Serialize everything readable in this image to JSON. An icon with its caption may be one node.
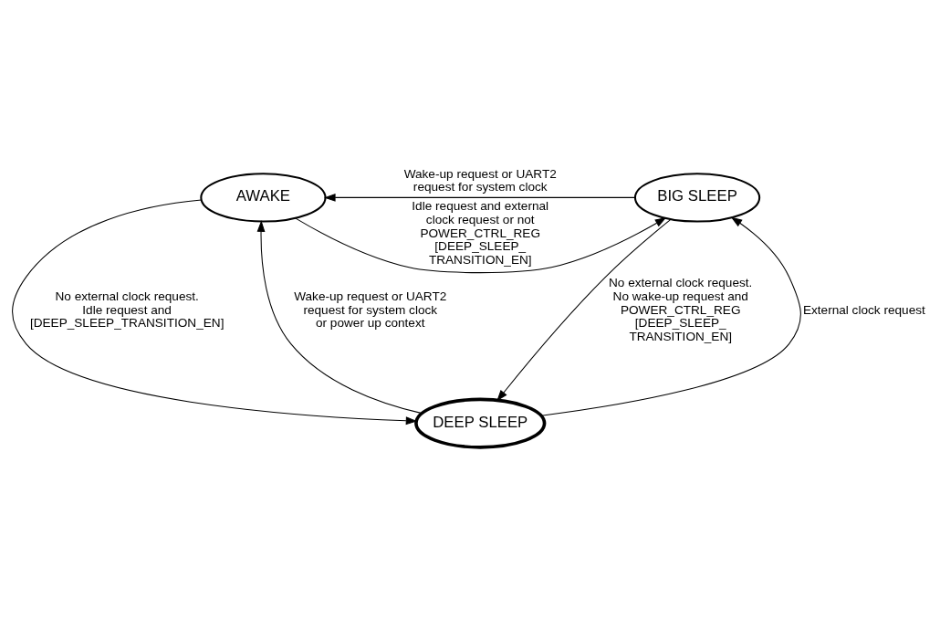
{
  "diagram": {
    "nodes": [
      {
        "text": [
          "AWAKE"
        ]
      },
      {
        "text": [
          "BIG SLEEP"
        ]
      },
      {
        "text": [
          "DEEP SLEEP"
        ]
      }
    ],
    "edges": [
      {
        "from": 1,
        "to": 0,
        "arrow": "to",
        "label": "Wake-up request or UART2 request for system clock"
      },
      {
        "from": 0,
        "to": 1,
        "arrow": "to",
        "label": "Idle request and external clock request or not POWER_CTRL_REG [DEEP_SLEEP_ TRANSITION_EN]"
      },
      {
        "from": 2,
        "to": 0,
        "arrow": "to",
        "label": "Wake-up request or UART2 request for system clock or power up context"
      },
      {
        "from": 0,
        "to": 2,
        "arrow": "to",
        "label": "No external clock request. Idle request and [DEEP_SLEEP_TRANSITION_EN]"
      },
      {
        "from": 1,
        "to": 2,
        "arrow": "to",
        "label": "No external clock request. No wake-up request and POWER_CTRL_REG [DEEP_SLEEP_ TRANSITION_EN]"
      },
      {
        "from": 2,
        "to": 1,
        "arrow": "to",
        "label": "External clock request"
      }
    ]
  }
}
